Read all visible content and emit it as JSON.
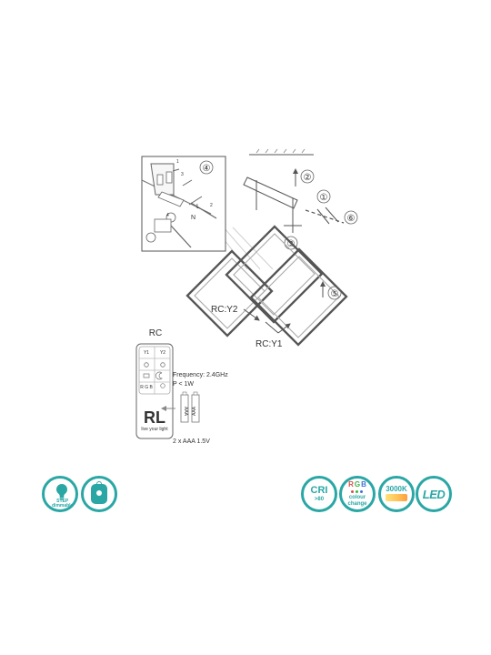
{
  "diagram": {
    "callouts": {
      "one": "①",
      "two": "②",
      "three": "③",
      "four": "④",
      "five": "⑤",
      "six": "⑥"
    },
    "inset_labels": {
      "l": "L",
      "n": "N",
      "small_1": "1",
      "small_2": "2",
      "small_3": "3",
      "small_4": "4"
    },
    "remote": {
      "title": "RC",
      "y1": "Y1",
      "y2": "Y2",
      "logo": "RL",
      "logo_tagline": "live your light",
      "button_rgb": "R G B",
      "frequency": "Frequency: 2.4GHz",
      "power": "P < 1W",
      "batteries": "2 x AAA 1.5V",
      "battery_label_1": "AAA",
      "battery_label_2": "AAA"
    },
    "fixture_labels": {
      "rc_y2": "RC:Y2",
      "rc_y1": "RC:Y1"
    }
  },
  "badges": {
    "step": {
      "line1": "STEP",
      "line2": "dimmable"
    },
    "cri": {
      "main": "CRI",
      "sub": ">80"
    },
    "rgb": {
      "main": "RGB",
      "line1": "colour",
      "line2": "change"
    },
    "temperature": {
      "main": "3000K"
    },
    "led": {
      "main": "LED"
    }
  },
  "colors": {
    "accent": "#2aa7a5",
    "line": "#3a3a3a",
    "muted": "#b9b9b9"
  },
  "icons": {
    "step_badge": "light-bulb-icon",
    "remote_badge": "remote-icon",
    "rgb_badge": "color-change-icon",
    "temperature_badge": "temperature-icon",
    "led_badge": "led-icon"
  }
}
